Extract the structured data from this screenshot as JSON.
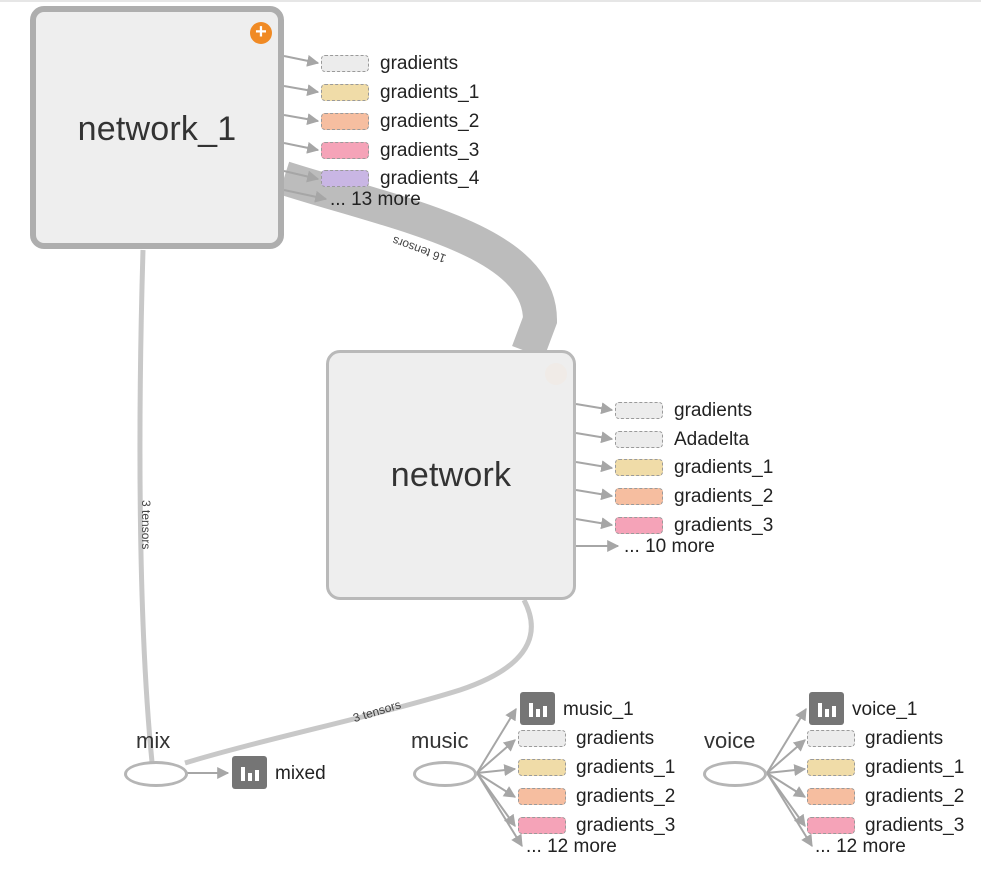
{
  "colors": {
    "node_fill": "#eeeeee",
    "node_border": "#b9b9b9",
    "edge": "#bdbdbd",
    "expand_button": "#f08a24",
    "summary_icon": "#757575",
    "gradients": "#ececec",
    "gradients_1": "#f0dca8",
    "gradients_2": "#f6bea0",
    "gradients_3": "#f5a3b8",
    "gradients_4": "#c9b6e4",
    "adadelta": "#ececec"
  },
  "graph": {
    "network_1": {
      "title": "network_1",
      "expand_icon": "plus-circle-icon",
      "outputs": [
        "gradients",
        "gradients_1",
        "gradients_2",
        "gradients_3",
        "gradients_4"
      ],
      "more": "... 13 more"
    },
    "network": {
      "title": "network",
      "expand_icon": "plus-circle-icon",
      "outputs": [
        "gradients",
        "Adadelta",
        "gradients_1",
        "gradients_2",
        "gradients_3"
      ],
      "more": "... 10 more"
    },
    "mix": {
      "title": "mix",
      "summary": "mixed"
    },
    "music": {
      "title": "music",
      "summary": "music_1",
      "outputs": [
        "gradients",
        "gradients_1",
        "gradients_2",
        "gradients_3"
      ],
      "more": "... 12 more"
    },
    "voice": {
      "title": "voice",
      "summary": "voice_1",
      "outputs": [
        "gradients",
        "gradients_1",
        "gradients_2",
        "gradients_3"
      ],
      "more": "... 12 more"
    },
    "edges": {
      "network_1_to_network": "16 tensors",
      "network_1_to_mix": "3 tensors",
      "network_to_mix": "3 tensors"
    }
  }
}
